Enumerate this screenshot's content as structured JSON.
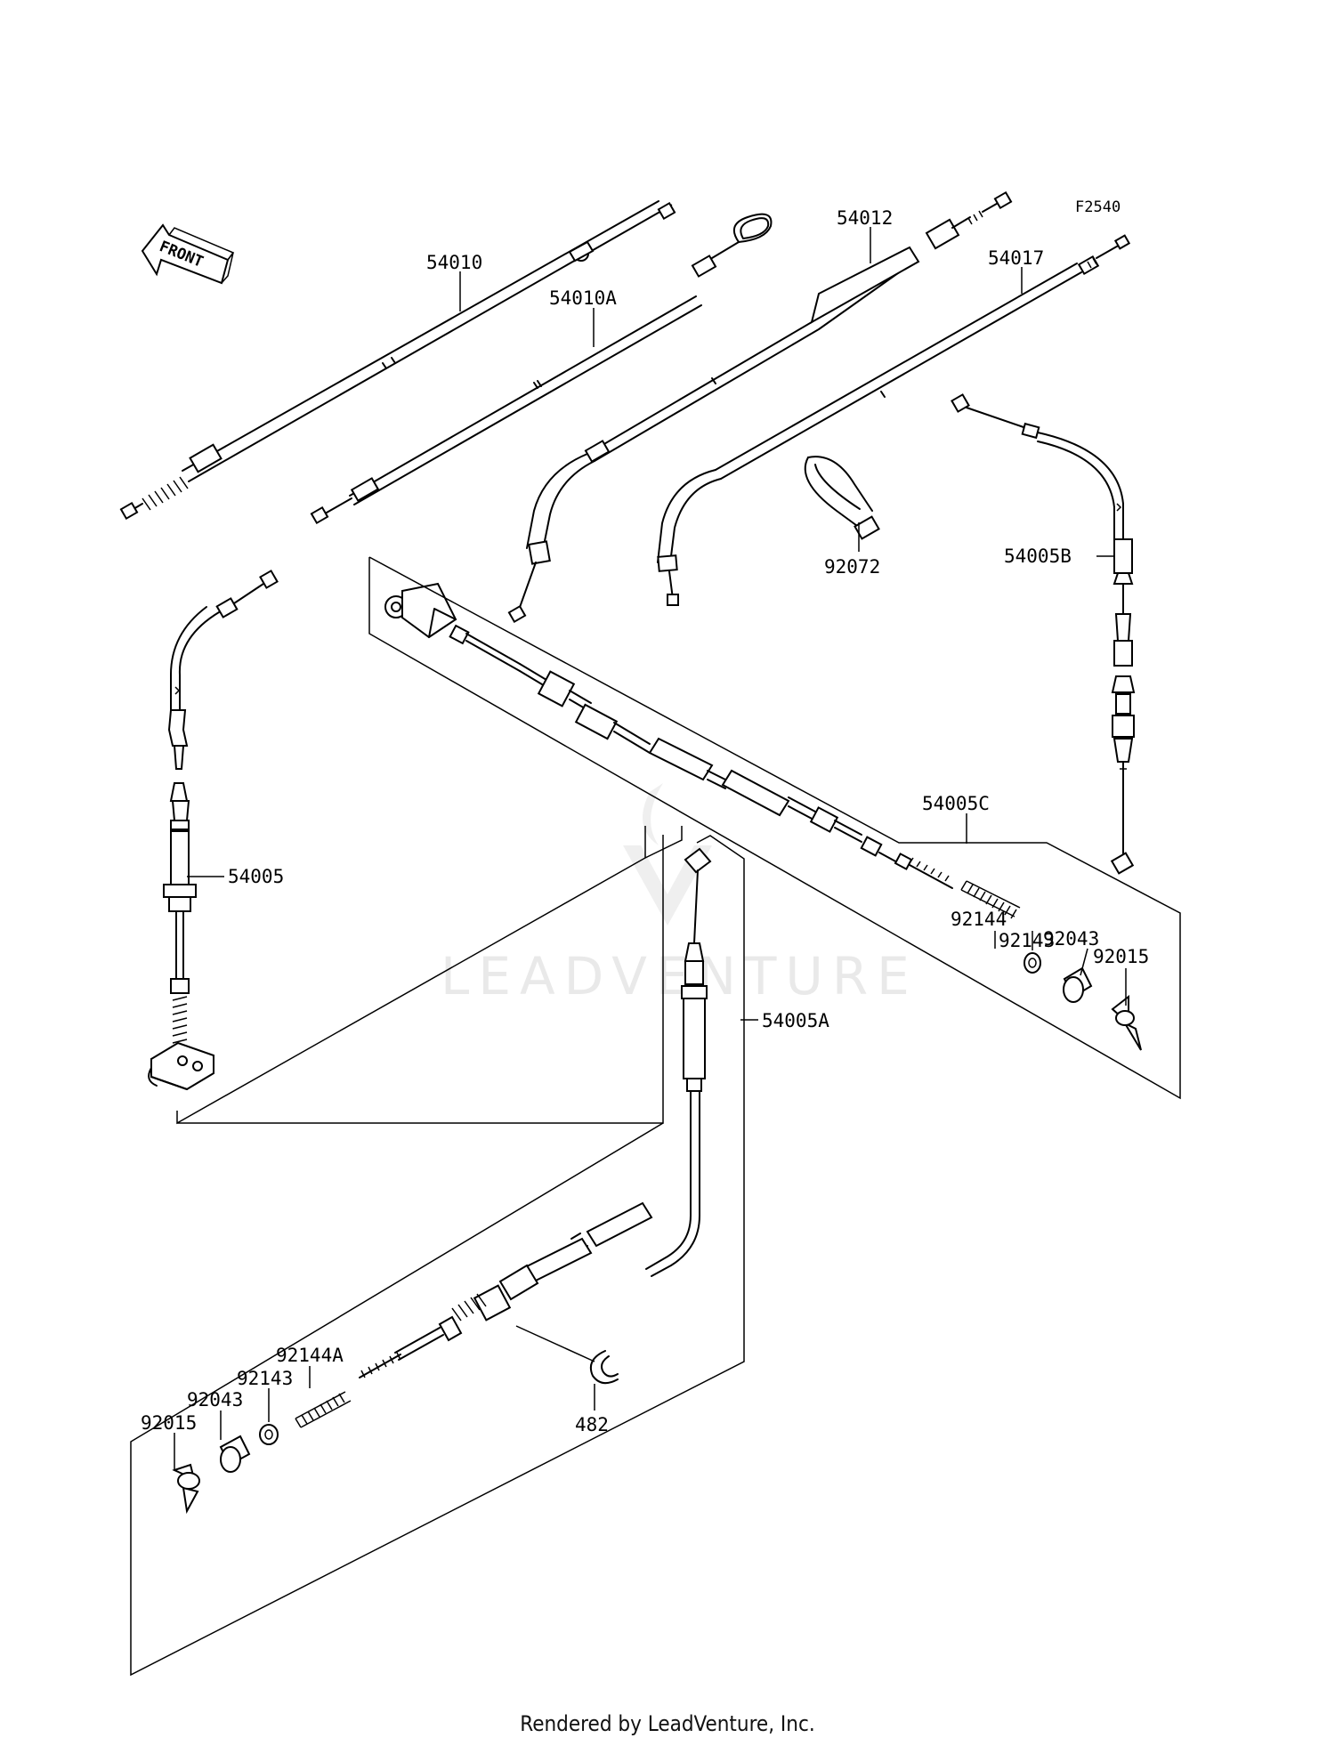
{
  "diagram_code": "F2540",
  "watermark": "LEADVENTURE",
  "front_label": "FRONT",
  "footer": "Rendered by LeadVenture, Inc.",
  "parts": {
    "p54010": "54010",
    "p54010A": "54010A",
    "p54012": "54012",
    "p54017": "54017",
    "p92072": "92072",
    "p54005B": "54005B",
    "p54005": "54005",
    "p54005C": "54005C",
    "p92144": "92144",
    "p92143_upper": "92143",
    "p92043_upper": "92043",
    "p92015_upper": "92015",
    "p54005A": "54005A",
    "p92144A": "92144A",
    "p92143_lower": "92143",
    "p92043_lower": "92043",
    "p92015_lower": "92015",
    "p482": "482"
  }
}
